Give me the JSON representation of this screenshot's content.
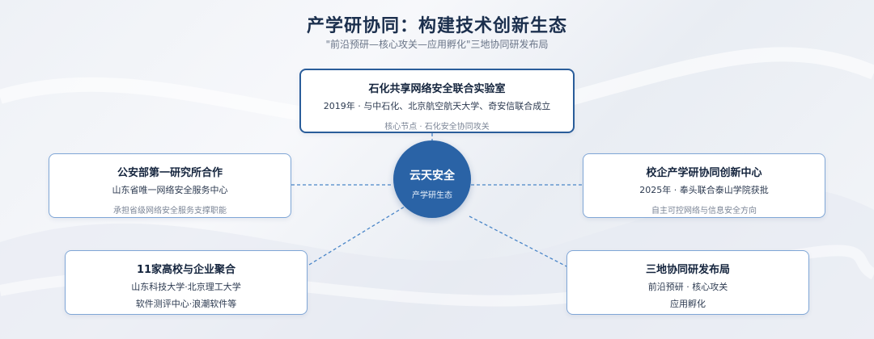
{
  "title": "产学研协同：构建技术创新生态",
  "subtitle": "\"前沿预研—核心攻关—应用孵化\"三地协同研发布局",
  "center": {
    "name": "云天安全",
    "sub": "产学研生态"
  },
  "nodes": {
    "top": {
      "title": "石化共享网络安全联合实验室",
      "line1": "2019年 · 与中石化、北京航空航天大学、奇安信联合成立",
      "note": "核心节点 · 石化安全协同攻关"
    },
    "left_upper": {
      "title": "公安部第一研究所合作",
      "line1": "山东省唯一网络安全服务中心",
      "note": "承担省级网络安全服务支撑职能"
    },
    "right_upper": {
      "title": "校企产学研协同创新中心",
      "line1": "2025年 · 奉头联合泰山学院获批",
      "note": "自主可控网络与信息安全方向"
    },
    "left_lower": {
      "title": "11家高校与企业聚合",
      "line1": "山东科技大学·北京理工大学",
      "line2": "软件测评中心·浪潮软件等"
    },
    "right_lower": {
      "title": "三地协同研发布局",
      "line1": "前沿预研 · 核心攻关",
      "line2": "应用孵化"
    }
  }
}
